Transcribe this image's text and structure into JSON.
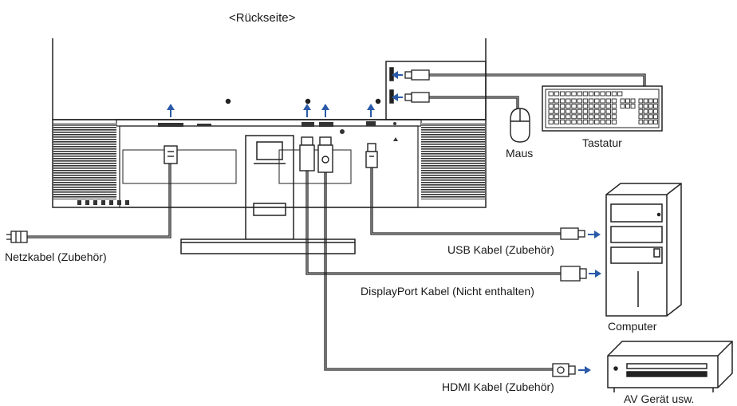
{
  "title": "<Rückseite>",
  "labels": {
    "power_cable": "Netzkabel (Zubehör)",
    "usb_cable": "USB Kabel (Zubehör)",
    "displayport_cable": "DisplayPort Kabel (Nicht enthalten)",
    "hdmi_cable": "HDMI Kabel (Zubehör)",
    "mouse": "Maus",
    "keyboard": "Tastatur",
    "computer": "Computer",
    "av_device": "AV Gerät usw."
  },
  "colors": {
    "arrow": "#2a5aa8",
    "line": "#222222",
    "vent": "#333333"
  },
  "icons": [
    "power-plug-icon",
    "usb-plug-icon",
    "displayport-plug-icon",
    "hdmi-plug-icon",
    "mouse-icon",
    "keyboard-icon",
    "computer-tower-icon",
    "av-device-icon",
    "arrow-icon"
  ]
}
